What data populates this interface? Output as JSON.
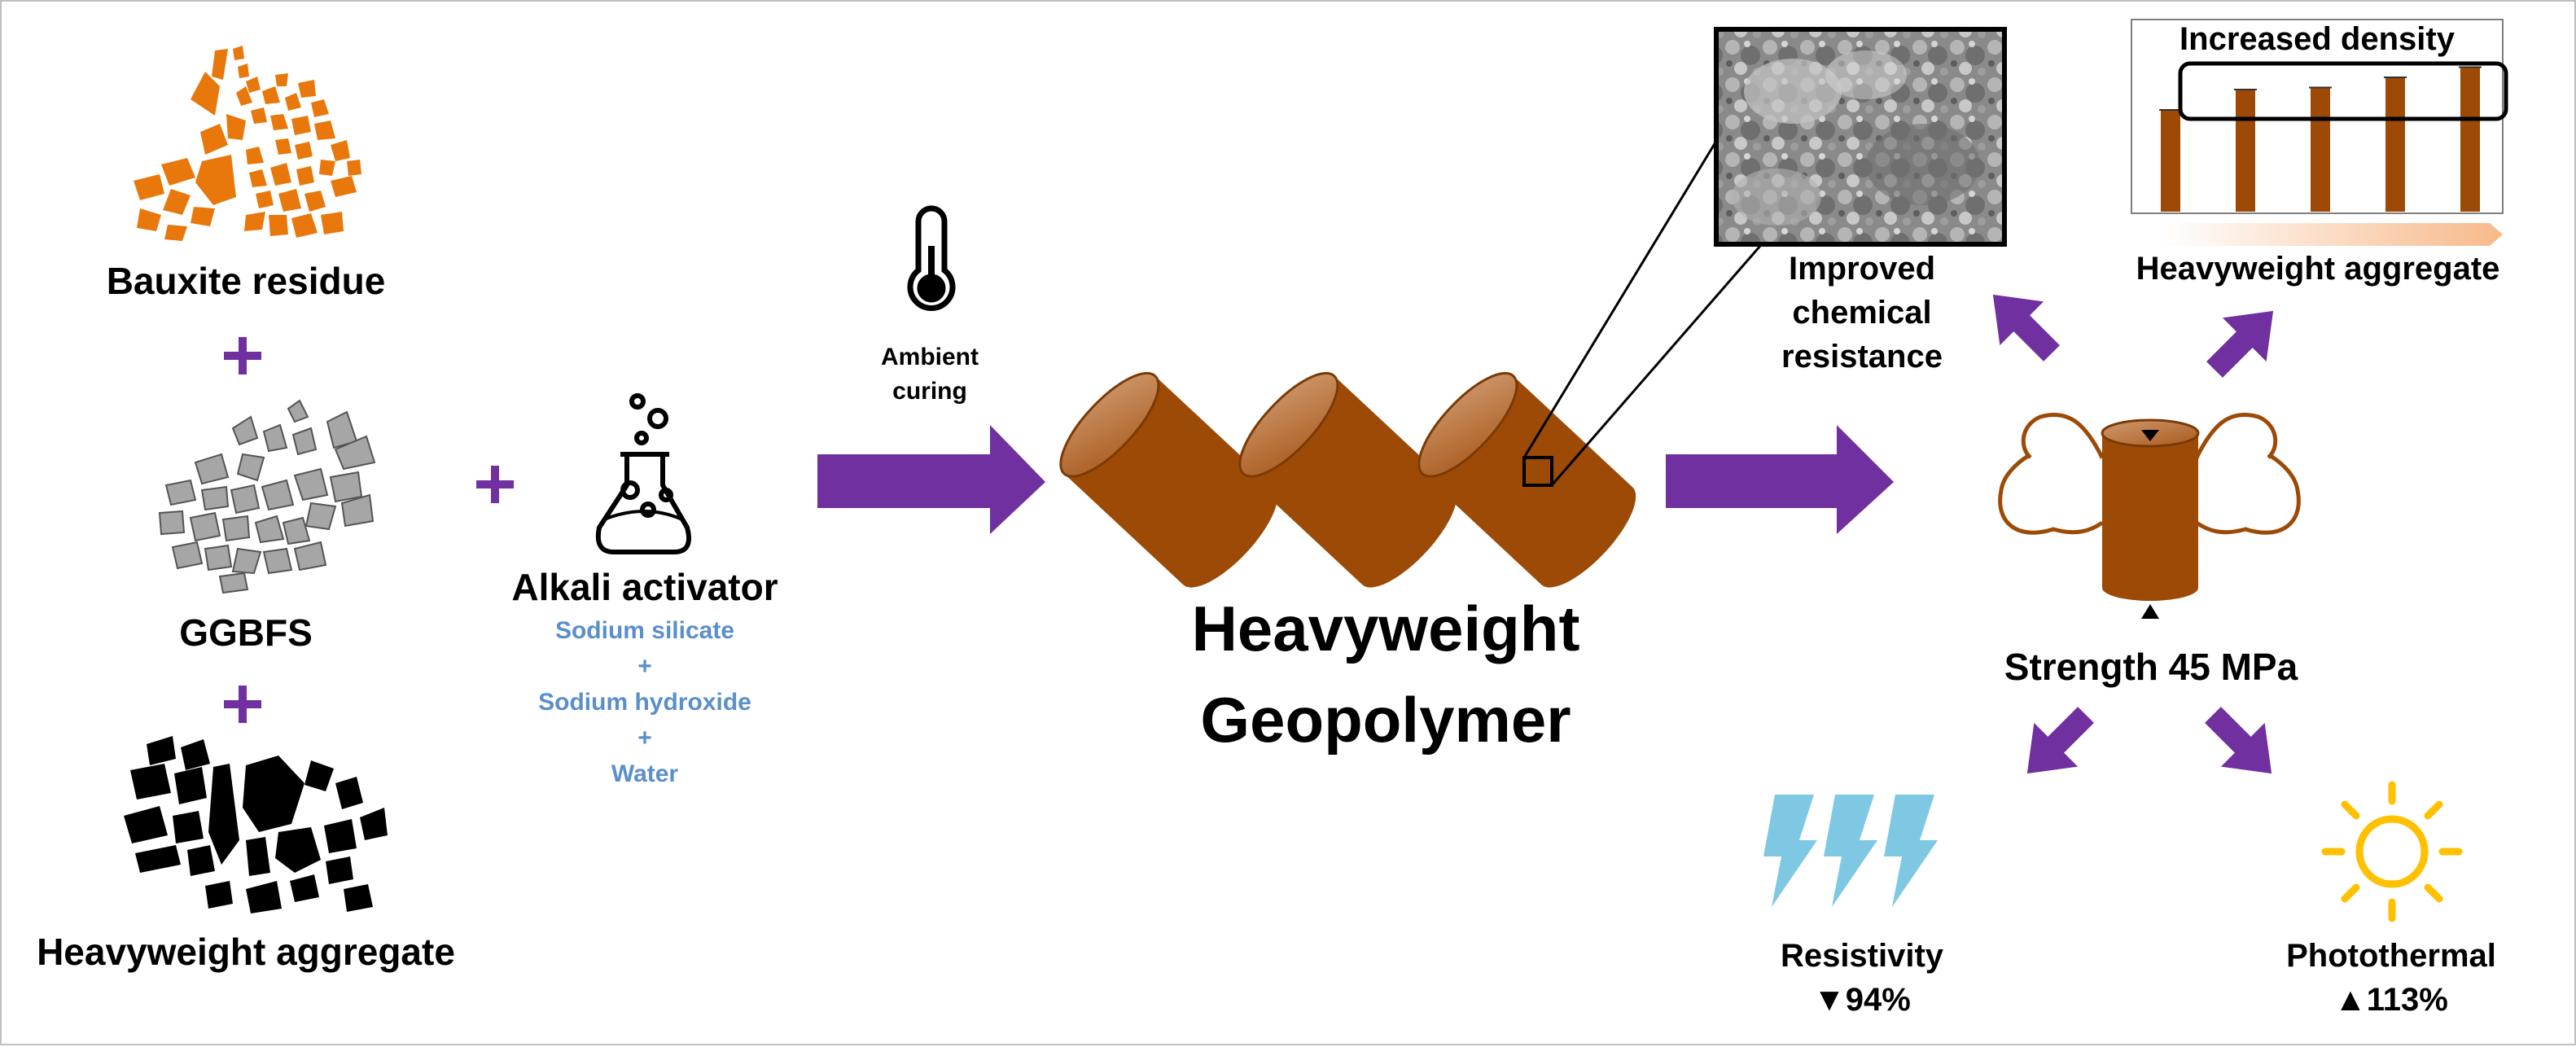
{
  "materials": {
    "bauxite_label": "Bauxite residue",
    "ggbfs_label": "GGBFS",
    "aggregate_label": "Heavyweight aggregate",
    "plus": "+"
  },
  "activator": {
    "title": "Alkali activator",
    "components": [
      "Sodium silicate",
      "+",
      "Sodium hydroxide",
      "+",
      "Water"
    ]
  },
  "curing": {
    "line1": "Ambient",
    "line2": "curing"
  },
  "product": {
    "line1": "Heavyweight",
    "line2": "Geopolymer"
  },
  "micro": {
    "line1": "Improved",
    "line2": "chemical",
    "line3": "resistance"
  },
  "density_chart": {
    "title": "Increased density",
    "xlabel": "Heavyweight aggregate"
  },
  "strength": {
    "label": "Strength 45 MPa"
  },
  "resistivity": {
    "label": "Resistivity",
    "change": "▼94%"
  },
  "photothermal": {
    "label": "Photothermal",
    "change": "▲113%"
  },
  "colors": {
    "arrow": "#7030a0",
    "cylinder": "#9c4a06",
    "bauxite": "#e8780c",
    "ggbfs": "#a6a6a6",
    "activator_text": "#5b8fc9",
    "lightning": "#7ec8e3",
    "sun": "#ffc000"
  },
  "chart_data": {
    "type": "bar",
    "categories": [
      "",
      "",
      "",
      "",
      ""
    ],
    "values": [
      1.0,
      1.2,
      1.22,
      1.32,
      1.42
    ],
    "title": "Increased density",
    "xlabel": "Heavyweight aggregate",
    "ylabel": "",
    "ylim": [
      0,
      1.6
    ],
    "grid": false
  }
}
